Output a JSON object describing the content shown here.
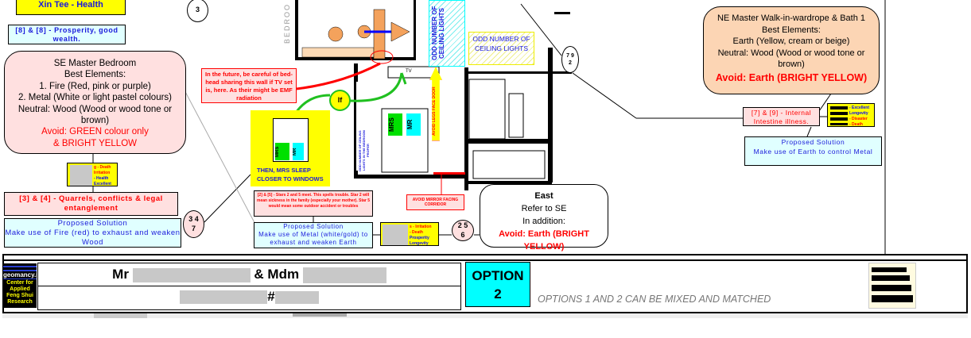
{
  "top_note": "Xin Tee - Health",
  "circle_top": "3",
  "prosperity_box": "[8] & [8] - Prosperity, good wealth.",
  "se_box": {
    "title": "SE Master Bedroom",
    "subtitle": "Best Elements:",
    "line1": "1. Fire (Red, pink or purple)",
    "line2": "2. Metal (White or light pastel colours)",
    "line3": "Neutral: Wood (Wood or wood tone or brown)",
    "avoid1": "Avoid: GREEN colour only",
    "avoid2": "& BRIGHT YELLOW"
  },
  "se_legend": [
    "g - Death",
    "Irritation",
    "- Health",
    "Excellent"
  ],
  "quarrels_box": "[3] & [4] - Quarrels, conflicts & legal entanglement",
  "fire_solution": {
    "title": "Proposed Solution",
    "text": "Make use of Fire (red) to exhaust and weaken Wood"
  },
  "circle_347": [
    "3 4",
    "7"
  ],
  "bedhead_note": "In the future, be careful of bed-head sharing this wall if TV set is, here. As their might be EMF radiation",
  "if_label": "If",
  "sleep_box": {
    "mrs": "MRS",
    "mr": "MR",
    "text": "THEN, MRS SLEEP CLOSER TO WINDOWS"
  },
  "bedroom_label": "BEDROO",
  "tv_label": "TV",
  "bed_labels": {
    "mrs": "MRS",
    "mr": "MR"
  },
  "odd_small_note": "ODD NUMBER OF CEILING LIGHTS IN THE BEDROOM PROPER",
  "odd_vertical": "ODD NUMBER OF CEILING LIGHTS",
  "odd_horizontal": "ODD NUMBER OF CEILING LIGHTS",
  "avoid_leg": "AVOID LEGS FACE DOOR",
  "stars_box": "[2] & [5] - Stars 2 and 5 meet. This spells trouble. Star 2 will mean sickness in the family (especially your mother). Star 5 would mean some outdoor accident or troubles",
  "metal_solution": {
    "title": "Proposed Solution",
    "text": "Make use of Metal (white/gold) to exhaust and weaken Earth"
  },
  "mirror_note": "AVOID MIRROR FACING CORRIDOR",
  "mid_legend": [
    "s - Irritation",
    "- Death",
    "Prosperity",
    "Longevity"
  ],
  "circle_256": [
    "2 5",
    "6"
  ],
  "east_box": {
    "title": "East",
    "line1": "Refer to SE",
    "line2": "In addition:",
    "avoid": "Avoid: Earth (BRIGHT YELLOW)"
  },
  "circle_792": [
    "7 9",
    "2"
  ],
  "ne_box": {
    "title": "NE Master Walk-in-wardrope & Bath 1",
    "subtitle": "Best Elements:",
    "line1": "Earth (Yellow, cream or beige)",
    "line2": "Neutral: Wood (Wood or wood tone or brown)",
    "avoid": "Avoid: Earth (BRIGHT YELLOW)"
  },
  "intestine_box": "[7] & [9] - Internal Intestine illness.",
  "ne_legend": [
    "- Excellent",
    "Longevity",
    "- Disaster",
    "- Death"
  ],
  "earth_solution": {
    "title": "Proposed Solution",
    "text": "Make use of Earth to control Metal"
  },
  "footer": {
    "logo_text": "geomancy.net",
    "logo_sub": "Center for Applied Feng Shui Research",
    "mr": "Mr",
    "mdm": "& Mdm",
    "hash": "#",
    "option_label": "OPTION",
    "option_num": "2",
    "note": "OPTIONS 1 AND 2 CAN BE MIXED AND MATCHED"
  },
  "colors": {
    "pink": "#ffe0e0",
    "cyan": "#00ffff",
    "light_cyan": "#e0ffff",
    "peach": "#fcd5b4",
    "yellow": "#ffff00",
    "red": "#ff0000",
    "blue": "#1a1adb",
    "green": "#00e000"
  }
}
